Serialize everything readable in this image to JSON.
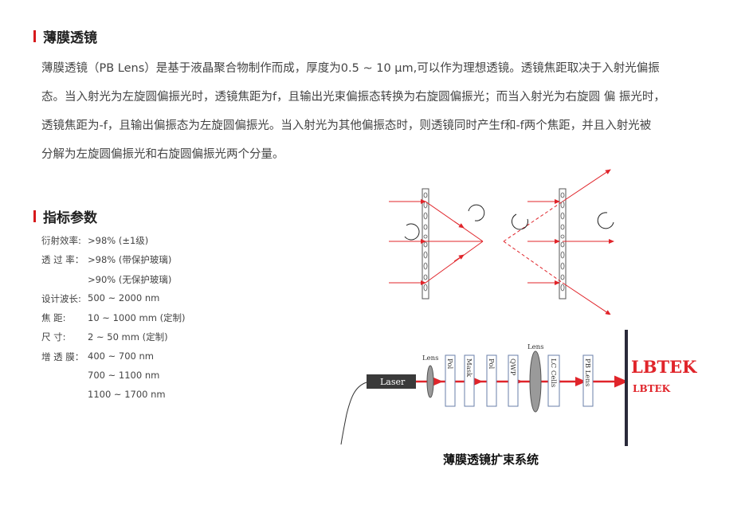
{
  "section1": {
    "title": "薄膜透镜",
    "lines": [
      "薄膜透镜（PB Lens）是基于液晶聚合物制作而成，厚度为0.5 ~ 10 μm,可以作为理想透镜。透镜焦距取决于入射光偏振",
      "态。当入射光为左旋圆偏振光时，透镜焦距为f，且输出光束偏振态转换为右旋圆偏振光；而当入射光为右旋圆 偏 振光时，",
      "透镜焦距为-f，且输出偏振态为左旋圆偏振光。当入射光为其他偏振态时，则透镜同时产生f和-f两个焦距，并且入射光被",
      "分解为左旋圆偏振光和右旋圆偏振光两个分量。"
    ]
  },
  "section2": {
    "title": "指标参数",
    "specs": [
      {
        "label": "衍射效率:",
        "value": ">98% (±1级)"
      },
      {
        "label": "透 过 率：",
        "value": ">98% (带保护玻璃)"
      },
      {
        "label": "",
        "value": ">90% (无保护玻璃)"
      },
      {
        "label": "设计波长:",
        "value": "500 ~ 2000 nm"
      },
      {
        "label": "焦      距:",
        "value": "10 ~ 1000 mm  (定制)"
      },
      {
        "label": "尺      寸:",
        "value": "2 ~ 50 mm  (定制)"
      },
      {
        "label": "增 透 膜：",
        "value": "400 ~ 700 nm"
      },
      {
        "label": "",
        "value": "700 ~ 1100 nm"
      },
      {
        "label": "",
        "value": "1100 ~ 1700 nm"
      }
    ]
  },
  "diagram": {
    "laser_label": "Laser",
    "lens1_label": "Lens",
    "pol1_label": "Pol",
    "mask_label": "Mask",
    "pol2_label": "Pol",
    "qwp_label": "QWP",
    "lens2_label": "Lens",
    "lc_label": "LC Cells",
    "pb_label": "PB Lens",
    "brand_large": "LBTEK",
    "brand_small": "LBTEK",
    "caption": "薄膜透镜扩束系统",
    "colors": {
      "beam": "#e0242a",
      "brand": "#e0242a",
      "laser_box": "#3a3a3a"
    }
  }
}
